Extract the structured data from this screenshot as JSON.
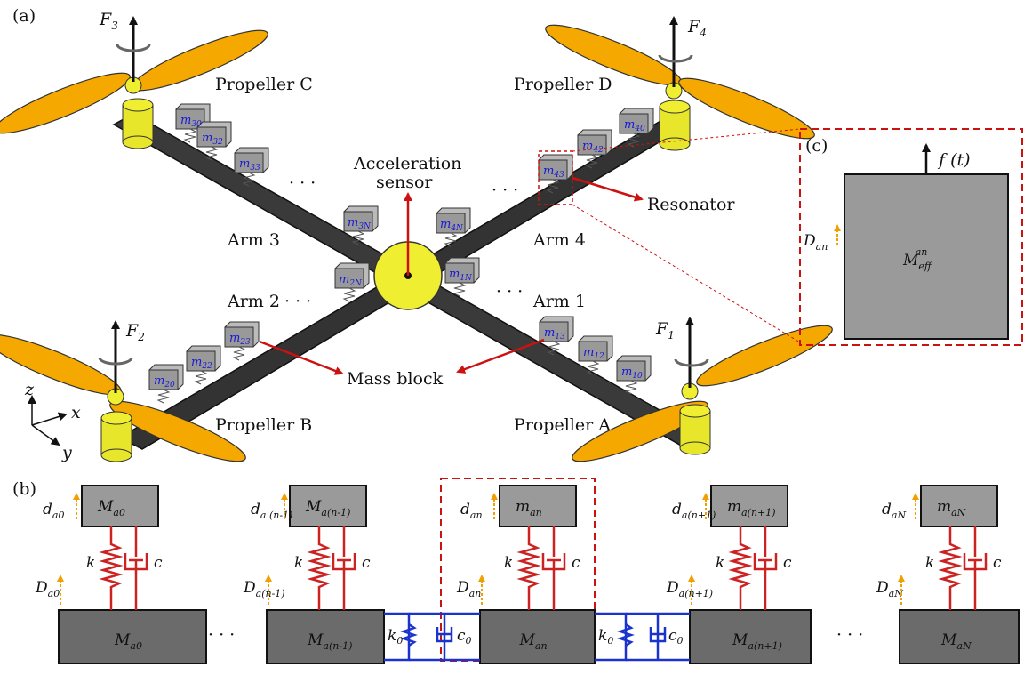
{
  "panels": {
    "a": "(a)",
    "b": "(b)",
    "c": "(c)"
  },
  "propellers": {
    "a": "Propeller A",
    "b": "Propeller B",
    "c": "Propeller C",
    "d": "Propeller D"
  },
  "arms": {
    "arm1": "Arm 1",
    "arm2": "Arm 2",
    "arm3": "Arm 3",
    "arm4": "Arm 4"
  },
  "forces": {
    "f1": "F",
    "f1_sub": "1",
    "f2": "F",
    "f2_sub": "2",
    "f3": "F",
    "f3_sub": "3",
    "f4": "F",
    "f4_sub": "4"
  },
  "annotations": {
    "sensor_line1": "Acceleration",
    "sensor_line2": "sensor",
    "resonator": "Resonator",
    "mass_block": "Mass block"
  },
  "ellipsis": "· · ·",
  "axes": {
    "x": "x",
    "y": "y",
    "z": "z"
  },
  "mass_labels": {
    "arm1": [
      {
        "b": "m",
        "s": "10"
      },
      {
        "b": "m",
        "s": "12"
      },
      {
        "b": "m",
        "s": "13"
      },
      {
        "b": "m",
        "s": "1N"
      }
    ],
    "arm2": [
      {
        "b": "m",
        "s": "20"
      },
      {
        "b": "m",
        "s": "22"
      },
      {
        "b": "m",
        "s": "23"
      },
      {
        "b": "m",
        "s": "2N"
      }
    ],
    "arm3": [
      {
        "b": "m",
        "s": "30"
      },
      {
        "b": "m",
        "s": "32"
      },
      {
        "b": "m",
        "s": "33"
      },
      {
        "b": "m",
        "s": "3N"
      }
    ],
    "arm4": [
      {
        "b": "m",
        "s": "40"
      },
      {
        "b": "m",
        "s": "42"
      },
      {
        "b": "m",
        "s": "43"
      },
      {
        "b": "m",
        "s": "4N"
      }
    ]
  },
  "panel_c": {
    "force": "f (t)",
    "disp": "D",
    "disp_sub": "an",
    "mass": "M",
    "mass_sub": "eff",
    "mass_sup": "an"
  },
  "chain": {
    "spring": "k",
    "damper": "c",
    "spring0": "k",
    "spring0_sub": "0",
    "damper0": "c",
    "damper0_sub": "0",
    "units": [
      {
        "top": "M",
        "top_sub": "a0",
        "d": "d",
        "d_sub": "a0",
        "D": "D",
        "D_sub": "a0",
        "bottom": "M",
        "bottom_sub": "a0"
      },
      {
        "top": "M",
        "top_sub": "a(n-1)",
        "d": "d",
        "d_sub": "a (n-1)",
        "D": "D",
        "D_sub": "a(n-1)",
        "bottom": "M",
        "bottom_sub": "a(n-1)"
      },
      {
        "top": "m",
        "top_sub": "an",
        "d": "d",
        "d_sub": "an",
        "D": "D",
        "D_sub": "an",
        "bottom": "M",
        "bottom_sub": "an"
      },
      {
        "top": "m",
        "top_sub": "a(n+1)",
        "d": "d",
        "d_sub": "a(n+1)",
        "D": "D",
        "D_sub": "a(n+1)",
        "bottom": "M",
        "bottom_sub": "a(n+1)"
      },
      {
        "top": "m",
        "top_sub": "aN",
        "d": "d",
        "d_sub": "aN",
        "D": "D",
        "D_sub": "aN",
        "bottom": "M",
        "bottom_sub": "aN"
      }
    ]
  },
  "colors": {
    "blade": "#f5a800",
    "hub": "#f0ee30",
    "arm": "#333333",
    "mass": "#9a9a9a",
    "block": "#6b6b6b",
    "spring": "#cc2222",
    "coupling": "#1a33cc",
    "annot": "#cc1111"
  }
}
